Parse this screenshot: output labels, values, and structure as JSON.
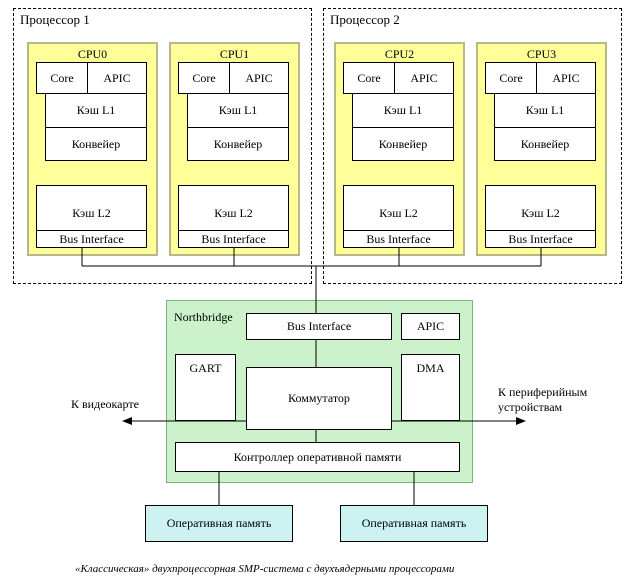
{
  "processors": [
    {
      "label": "Процессор 1",
      "cpus": [
        {
          "title": "CPU0",
          "core": "Core",
          "apic": "APIC",
          "l1": "Кэш L1",
          "pipeline": "Конвейер",
          "l2": "Кэш L2",
          "bus": "Bus Interface"
        },
        {
          "title": "CPU1",
          "core": "Core",
          "apic": "APIC",
          "l1": "Кэш L1",
          "pipeline": "Конвейер",
          "l2": "Кэш L2",
          "bus": "Bus Interface"
        }
      ]
    },
    {
      "label": "Процессор 2",
      "cpus": [
        {
          "title": "CPU2",
          "core": "Core",
          "apic": "APIC",
          "l1": "Кэш L1",
          "pipeline": "Конвейер",
          "l2": "Кэш L2",
          "bus": "Bus Interface"
        },
        {
          "title": "CPU3",
          "core": "Core",
          "apic": "APIC",
          "l1": "Кэш L1",
          "pipeline": "Конвейер",
          "l2": "Кэш L2",
          "bus": "Bus Interface"
        }
      ]
    }
  ],
  "northbridge": {
    "title": "Northbridge",
    "bus_interface": "Bus Interface",
    "apic": "APIC",
    "gart": "GART",
    "dma": "DMA",
    "switch": "Коммутатор",
    "memory_controller": "Контроллер оперативной памяти"
  },
  "left_arrow_label": "К видеокарте",
  "right_arrow_label_1": "К периферийным",
  "right_arrow_label_2": "устройствам",
  "memory": [
    "Оперативная память",
    "Оперативная память"
  ],
  "caption": "«Классическая» двухпроцессорная SMP-система с двухъядерными процессорами",
  "colors": {
    "cpu_fill": "#ffff99",
    "northbridge_fill": "#ccf2cc",
    "memory_fill": "#ccf2f2"
  }
}
